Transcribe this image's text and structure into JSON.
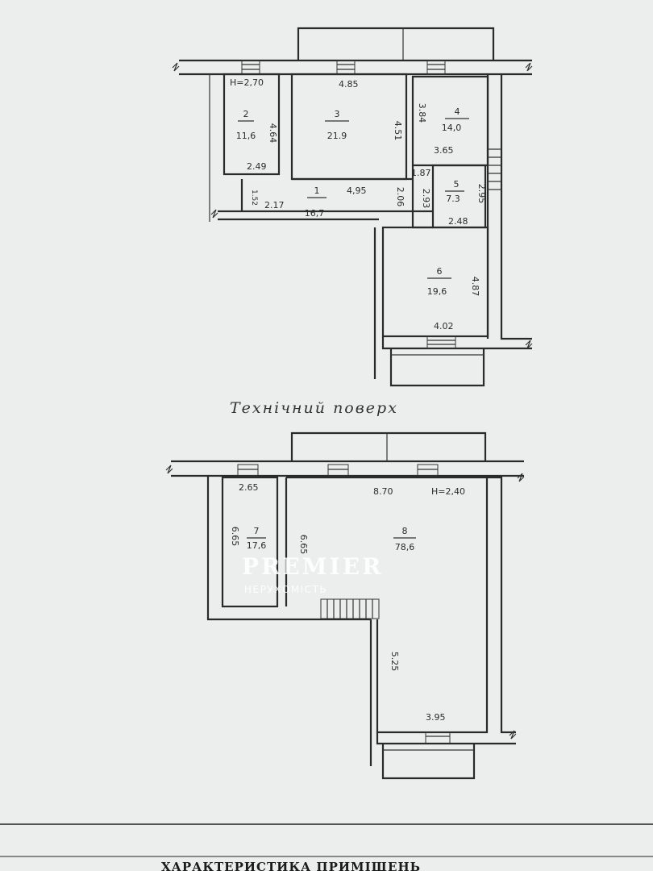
{
  "caption": "Технічний поверх",
  "header": "ХАРАКТЕРИСТИКА ПРИМІЩЕНЬ",
  "watermark": {
    "brand": "PREMIER",
    "sub": "НЕРУХОМІСТЬ"
  },
  "upper_floor": {
    "height_label": "H=2,70",
    "rooms": [
      {
        "num": "1",
        "area": "16,7"
      },
      {
        "num": "2",
        "area": "11,6"
      },
      {
        "num": "3",
        "area": "21.9"
      },
      {
        "num": "4",
        "area": "14,0"
      },
      {
        "num": "5",
        "area": "7.3"
      },
      {
        "num": "6",
        "area": "19,6"
      }
    ],
    "dims": {
      "d_4_85": "4.85",
      "d_4_64": "4.64",
      "d_4_51": "4.51",
      "d_3_84": "3.84",
      "d_3_65": "3.65",
      "d_2_49": "2.49",
      "d_4_95": "4,95",
      "d_1_87": "1.87",
      "d_1_52": "1.52",
      "d_2_17": "2.17",
      "d_2_06": "2.06",
      "d_2_93": "2.93",
      "d_2_95": "2.95",
      "d_2_48": "2.48",
      "d_4_87": "4.87",
      "d_4_02": "4.02"
    }
  },
  "lower_floor": {
    "height_label": "H=2,40",
    "rooms": [
      {
        "num": "7",
        "area": "17,6"
      },
      {
        "num": "8",
        "area": "78,6"
      }
    ],
    "dims": {
      "d_2_65": "2.65",
      "d_8_70": "8.70",
      "d_6_65_a": "6.65",
      "d_6_65_b": "6.65",
      "d_5_25": "5.25",
      "d_3_95": "3.95"
    }
  }
}
